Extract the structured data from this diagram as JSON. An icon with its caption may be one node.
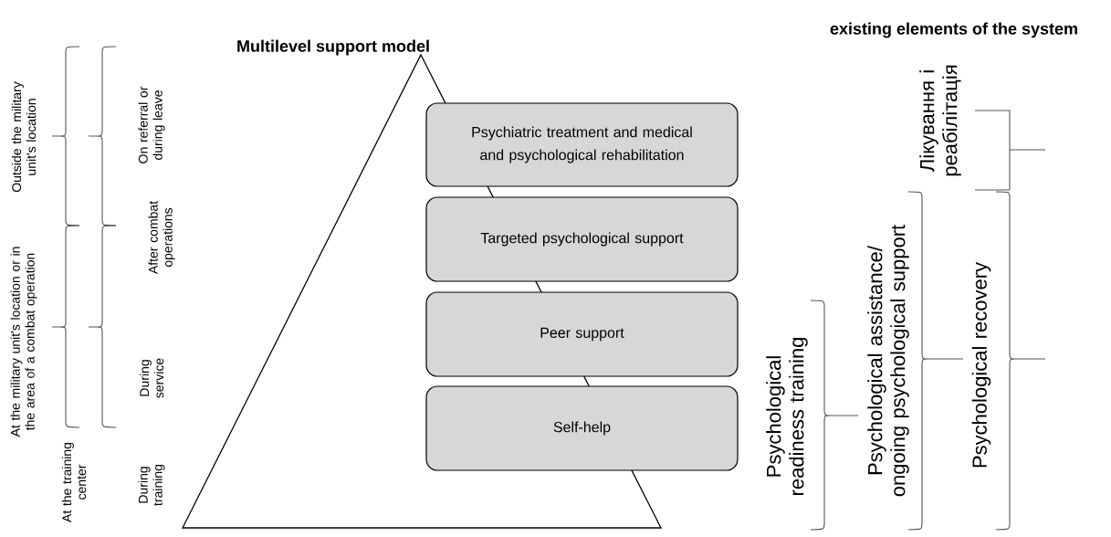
{
  "diagram": {
    "title": "Multilevel support model",
    "nodes": [
      {
        "text": [
          "Psychiatric treatment and medical and psychological rehabilitation"
        ]
      },
      {
        "text": [
          "Targeted psychological support"
        ]
      },
      {
        "text": [
          "Peer support"
        ]
      },
      {
        "text": [
          "Self-help"
        ]
      }
    ],
    "labels": [
      "existing elements of the system",
      "Outside the military unit's location",
      "At the military unit's location or in the area of a combat operation",
      "At the training center",
      "On referral or during leave",
      "After combat operations",
      "During service",
      "During training",
      "Лікування і реабілітація",
      "Psychological readiness training",
      "Psychological assistance/ ongoing psychological support",
      "Psychological recovery"
    ]
  }
}
